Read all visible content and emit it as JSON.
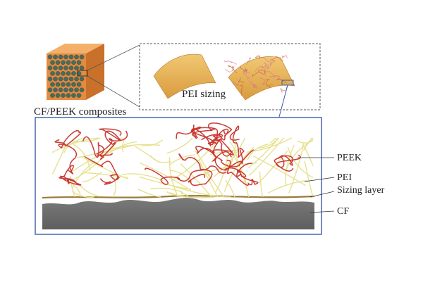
{
  "labels": {
    "composites": "CF/PEEK composites",
    "pei_sizing": "PEI sizing",
    "peek": "PEEK",
    "pei": "PEI",
    "sizing_layer": "Sizing layer",
    "cf": "CF"
  },
  "colors": {
    "peek_fiber": "#c8302a",
    "pei_fiber": "#e6e08a",
    "sizing_layer": "#9a7a3a",
    "carbon_fiber": "#6b6b6b",
    "frame": "#3b5ba8",
    "composite_block": "#e38b3f",
    "fiber_end": "#4b6a5e",
    "sizing_sheet": "#e4b25a"
  }
}
